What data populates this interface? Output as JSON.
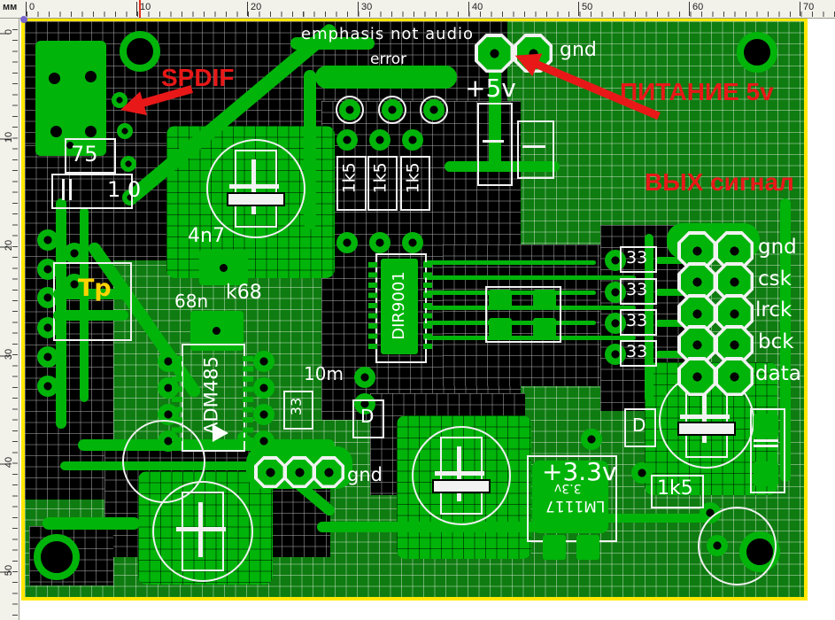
{
  "window": {
    "unit_label": "мм"
  },
  "rulers": {
    "top_ticks": [
      "0",
      "10",
      "20",
      "30",
      "40",
      "50",
      "60",
      "70"
    ],
    "left_ticks": [
      "0",
      "10",
      "20",
      "30",
      "40",
      "50"
    ]
  },
  "red_annotations": {
    "spdif": "SPDIF",
    "power_in": "ПИТАНИЕ 5v",
    "signal_out": "ВЫХ сигнал"
  },
  "test_point": {
    "label": "Tp"
  },
  "silkscreen": {
    "emphasis": "emphasis not audio",
    "error": "error",
    "gnd_top": "gnd",
    "plus5v": "+5v",
    "r75": "75",
    "r10": "1 0",
    "c4n7": "4n7",
    "c68n": "68n",
    "ck68": "k68",
    "r1k5": "1k5",
    "ic_main": "DIR9001",
    "ic_driver": "ADM485",
    "c10m": "10m",
    "r33": "33",
    "diode": "D",
    "gnd_center": "gnd",
    "plus33v": "+3.3v",
    "regulator": "LM1117",
    "regulator_voltage": "3.3v",
    "r1k5_out": "1k5"
  },
  "output_header": {
    "pins": [
      "gnd",
      "csk",
      "lrck",
      "bck",
      "data"
    ]
  },
  "colors": {
    "board_green": "#0e7c10",
    "copper_green": "#00b40a",
    "silkscreen_white": "#f2f2f2",
    "annotation_red": "#e81818",
    "board_border_yellow": "#ffe800",
    "test_point_yellow": "#ffd400"
  }
}
